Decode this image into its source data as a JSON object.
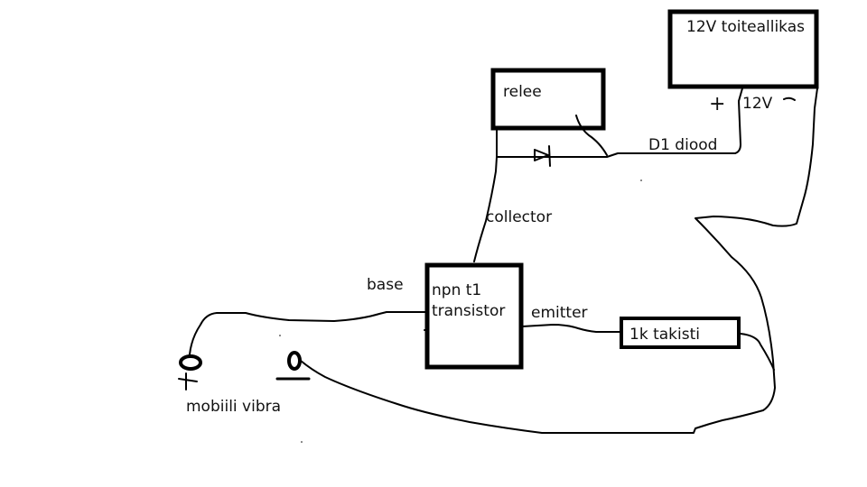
{
  "diagram": {
    "type": "circuit-schematic",
    "style": "hand-drawn",
    "components": {
      "power_supply": {
        "label": "12V toiteallikas",
        "voltage_label": "12V",
        "plus_sign": "+",
        "minus_sign": "−"
      },
      "relay": {
        "label": "relee"
      },
      "diode": {
        "label": "D1 diood"
      },
      "transistor": {
        "label_line1": "npn t1",
        "label_line2": "transistor"
      },
      "resistor": {
        "label": "1k takisti"
      },
      "vibrator": {
        "label": "mobiili vibra",
        "plus_mark": "+",
        "minus_mark": "−"
      }
    },
    "pin_labels": {
      "collector": "collector",
      "base": "base",
      "emitter": "emitter"
    }
  }
}
